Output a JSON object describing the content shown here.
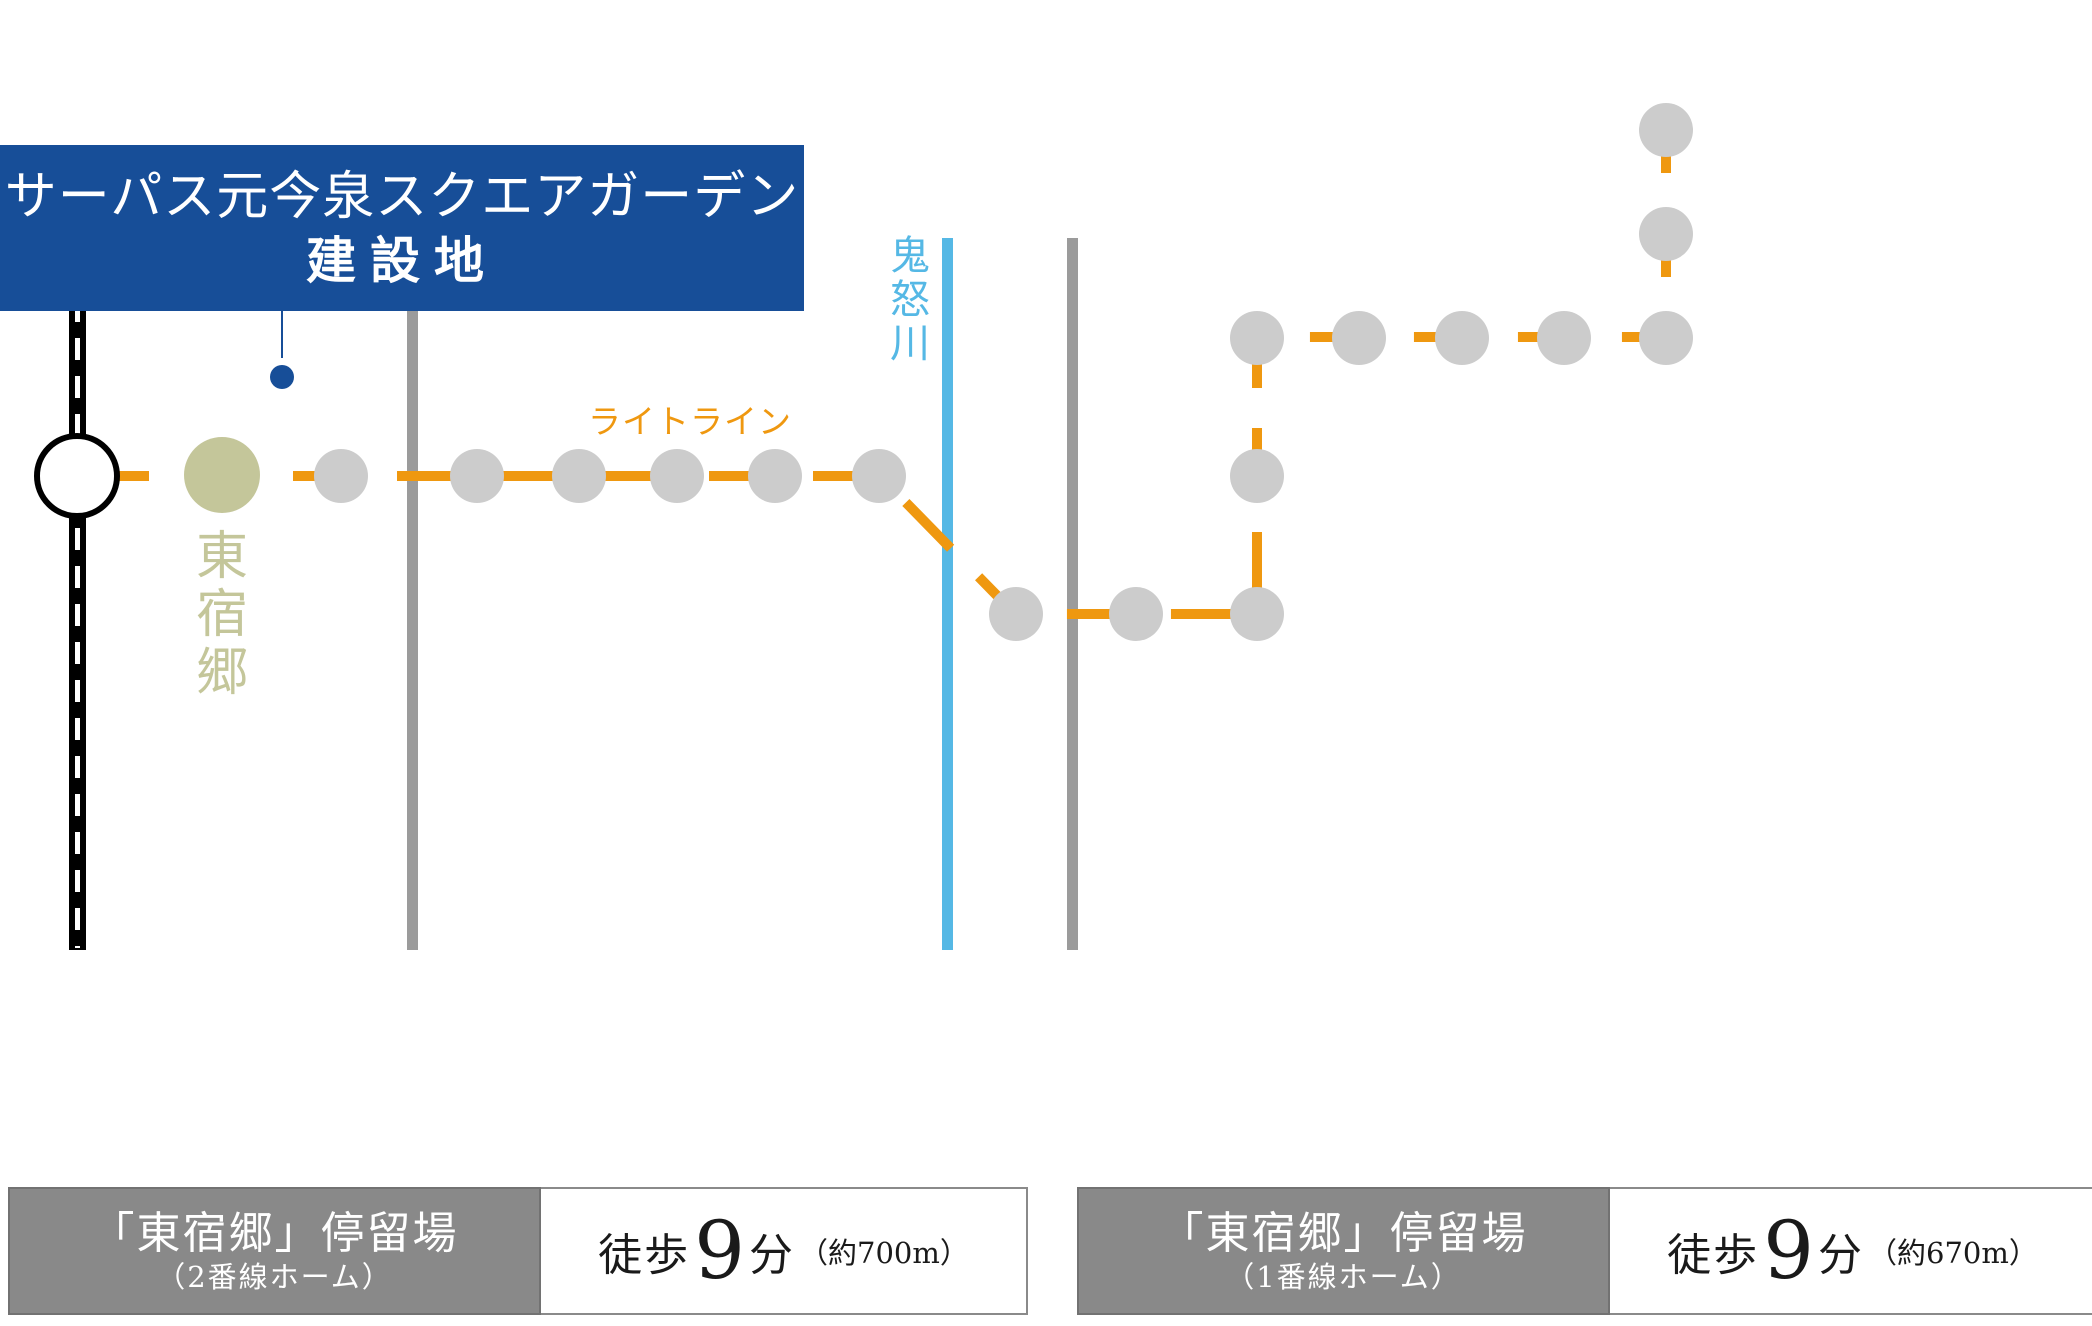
{
  "site": {
    "name": "サーパス元今泉スクエアガーデン",
    "label": "建設地"
  },
  "map": {
    "line_name": "ライトライン",
    "river_name": "鬼怒川",
    "station_name": "東宿郷",
    "colors": {
      "tram_line": "#ef9810",
      "stop_gray": "#cccccc",
      "featured_stop": "#c4c69a",
      "river": "#55b8e5",
      "road": "#9b9b9b",
      "site": "#174e98",
      "railway": "#000000"
    }
  },
  "stops": [
    {
      "name": "「東宿郷」停留場",
      "platform": "（2番線ホーム）",
      "walk_label": "徒歩",
      "minutes": "9",
      "minutes_unit": "分",
      "distance": "（約700m）"
    },
    {
      "name": "「東宿郷」停留場",
      "platform": "（1番線ホーム）",
      "walk_label": "徒歩",
      "minutes": "9",
      "minutes_unit": "分",
      "distance": "（約670m）"
    }
  ]
}
